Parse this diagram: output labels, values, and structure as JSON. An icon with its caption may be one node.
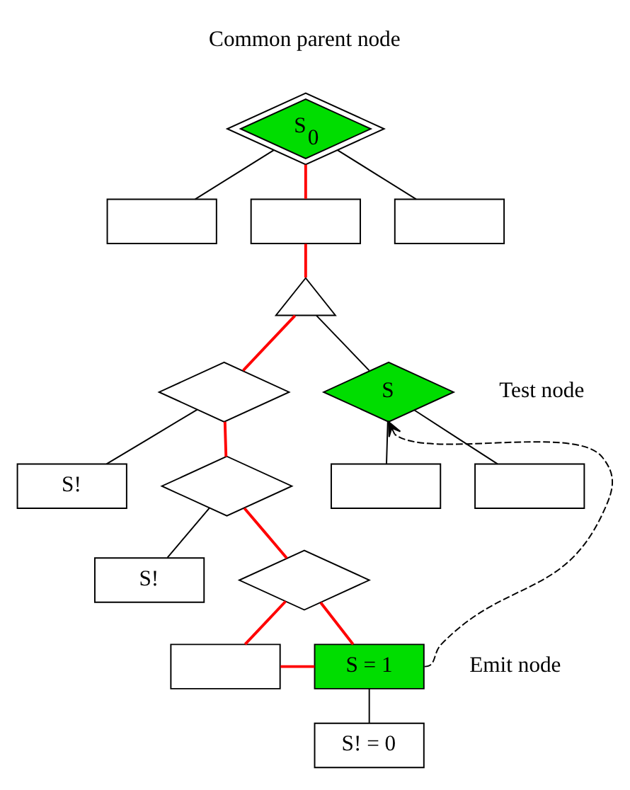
{
  "diagram": {
    "nodes": [
      {
        "text": [
          "S$_{0}$"
        ],
        "beside": [
          "Common parent node"
        ]
      },
      {
        "text": [],
        "shape": "box"
      },
      {
        "text": [],
        "shape": "box"
      },
      {
        "text": [],
        "shape": "box"
      },
      {
        "text": [],
        "shape": "triangle"
      },
      {
        "text": [],
        "shape": "diamond"
      },
      {
        "text": [
          "S"
        ],
        "beside": [
          "Test node"
        ]
      },
      {
        "text": [
          "S!"
        ]
      },
      {
        "text": [],
        "shape": "diamond"
      },
      {
        "text": [],
        "shape": "box"
      },
      {
        "text": [],
        "shape": "box"
      },
      {
        "text": [
          "S!"
        ]
      },
      {
        "text": [],
        "shape": "diamond"
      },
      {
        "text": [],
        "shape": "box"
      },
      {
        "text": [
          "S = 1"
        ],
        "beside": [
          "Emit node"
        ]
      },
      {
        "text": [
          "S! = 0"
        ]
      }
    ],
    "edges": [
      {
        "from": 0,
        "to": 1,
        "arrow": "none"
      },
      {
        "from": 0,
        "to": 2,
        "arrow": "none",
        "color": "#ff0000"
      },
      {
        "from": 0,
        "to": 3,
        "arrow": "none"
      },
      {
        "from": 2,
        "to": 4,
        "arrow": "none",
        "color": "#ff0000"
      },
      {
        "from": 4,
        "to": 5,
        "arrow": "none",
        "color": "#ff0000"
      },
      {
        "from": 4,
        "to": 6,
        "arrow": "none"
      },
      {
        "from": 5,
        "to": 7,
        "arrow": "none"
      },
      {
        "from": 5,
        "to": 8,
        "arrow": "none",
        "color": "#ff0000"
      },
      {
        "from": 6,
        "to": 9,
        "arrow": "none"
      },
      {
        "from": 6,
        "to": 10,
        "arrow": "none"
      },
      {
        "from": 8,
        "to": 11,
        "arrow": "none"
      },
      {
        "from": 8,
        "to": 12,
        "arrow": "none",
        "color": "#ff0000"
      },
      {
        "from": 12,
        "to": 13,
        "arrow": "none",
        "color": "#ff0000"
      },
      {
        "from": 12,
        "to": 14,
        "arrow": "none",
        "color": "#ff0000"
      },
      {
        "from": 13,
        "to": 14,
        "arrow": "none",
        "color": "#ff0000"
      },
      {
        "from": 14,
        "to": 15,
        "arrow": "none"
      },
      {
        "from": 14,
        "to": 6,
        "arrow": "to",
        "style": "dashed"
      }
    ]
  }
}
